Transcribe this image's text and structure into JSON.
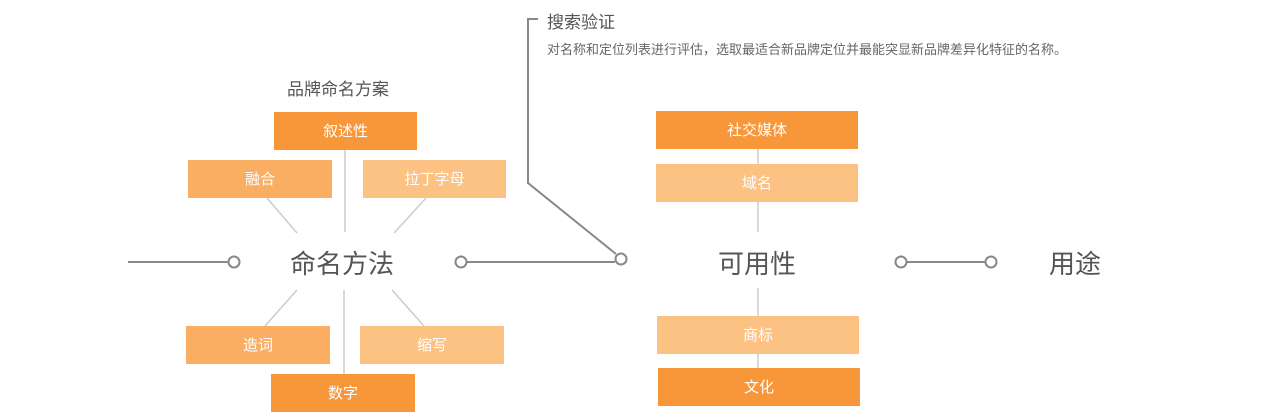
{
  "left_group": {
    "title": "品牌命名方案",
    "center": "命名方法",
    "boxes": {
      "top": "叙述性",
      "upper_left": "融合",
      "upper_right": "拉丁字母",
      "lower_left": "造词",
      "lower_right": "缩写",
      "bottom": "数字"
    }
  },
  "callout": {
    "title": "搜索验证",
    "description": "对名称和定位列表进行评估，选取最适合新品牌定位并最能突显新品牌差异化特征的名称。"
  },
  "middle_group": {
    "center": "可用性",
    "boxes": {
      "top1": "社交媒体",
      "top2": "域名",
      "bottom1": "商标",
      "bottom2": "文化"
    }
  },
  "right_node": "用途",
  "colors": {
    "dark_orange": "#F7973A",
    "mid_orange": "#F9AE62",
    "light_orange": "#FCC284",
    "line_gray": "#888888",
    "text_gray": "#555555"
  }
}
